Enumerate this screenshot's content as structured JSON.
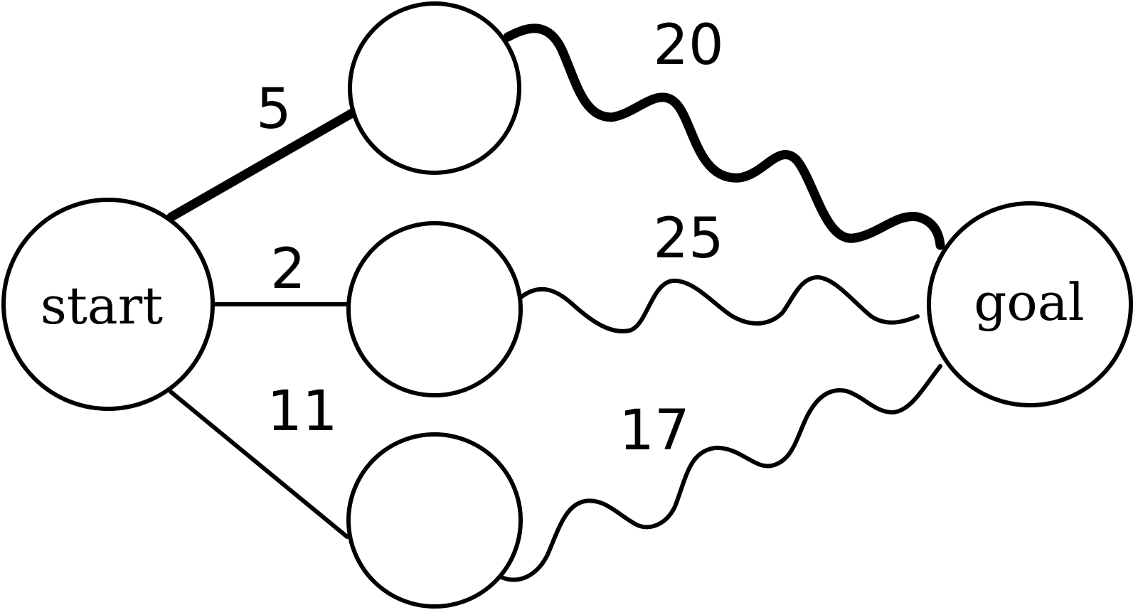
{
  "nodes": {
    "start": {
      "label": "start"
    },
    "top": {
      "label": ""
    },
    "middle": {
      "label": ""
    },
    "bottom": {
      "label": ""
    },
    "goal": {
      "label": "goal"
    }
  },
  "edges": [
    {
      "from": "start",
      "to": "top",
      "weight": "5",
      "highlighted": true
    },
    {
      "from": "start",
      "to": "middle",
      "weight": "2",
      "highlighted": false
    },
    {
      "from": "start",
      "to": "bottom",
      "weight": "11",
      "highlighted": false
    },
    {
      "from": "top",
      "to": "goal",
      "weight": "20",
      "highlighted": true
    },
    {
      "from": "middle",
      "to": "goal",
      "weight": "25",
      "highlighted": false
    },
    {
      "from": "bottom",
      "to": "goal",
      "weight": "17",
      "highlighted": false
    }
  ],
  "colors": {
    "stroke": "#000000",
    "background": "#ffffff"
  }
}
